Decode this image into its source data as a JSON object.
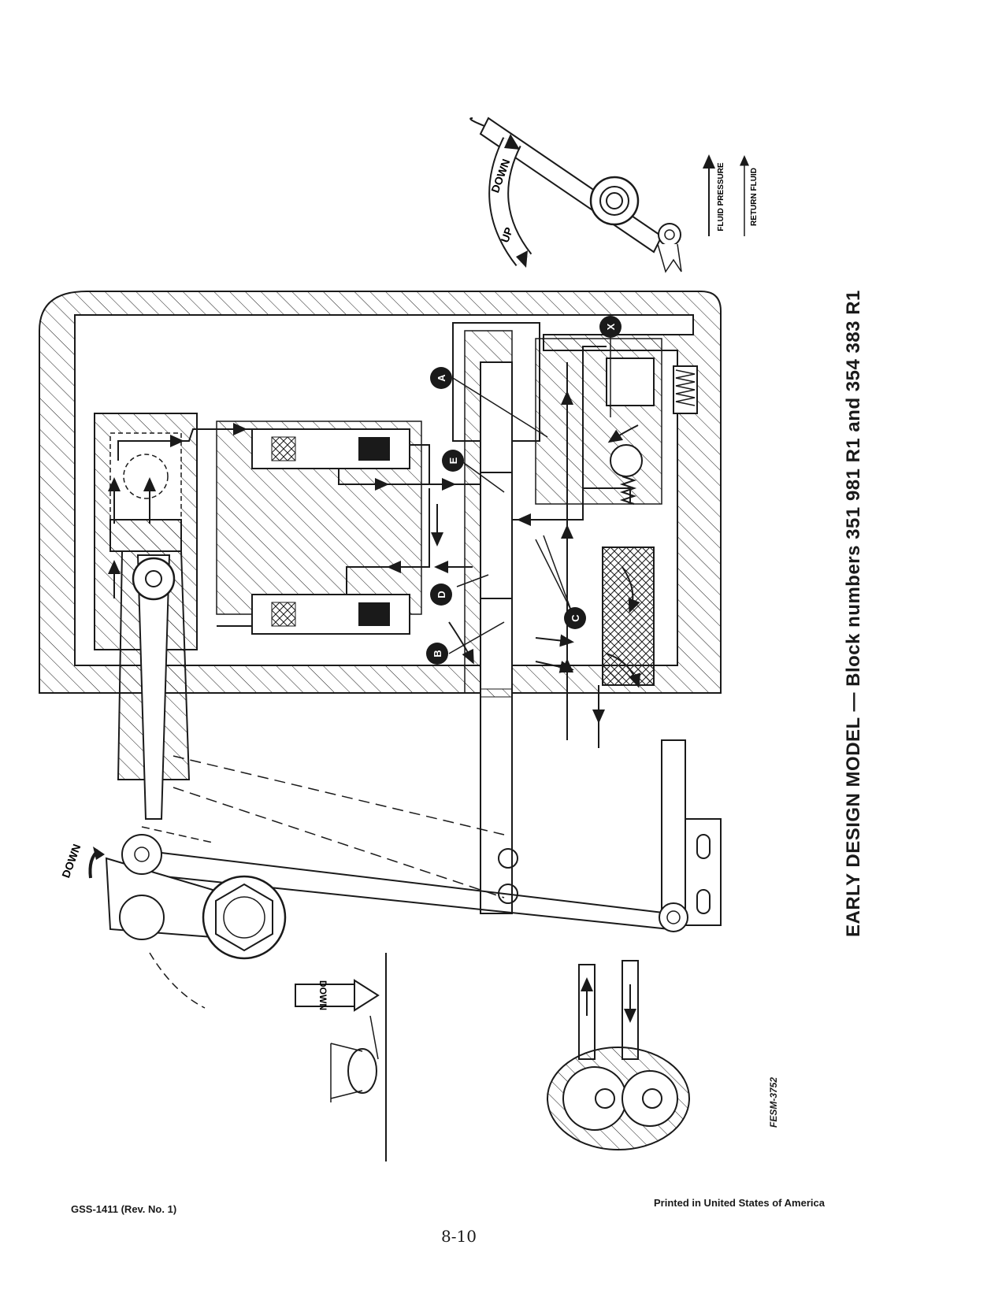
{
  "title": "EARLY DESIGN MODEL — Block numbers 351 981 R1 and 354 383 R1",
  "figure_code": "FESM-3752",
  "footer": {
    "form_number": "GSS-1411 (Rev. No. 1)",
    "printed": "Printed in United States of America",
    "page_number": "8-10"
  },
  "legend": {
    "pressure": "FLUID PRESSURE",
    "return": "RETURN FLUID"
  },
  "lever_arc": {
    "up": "UP",
    "down": "DOWN"
  },
  "direction_labels": {
    "lever": "DOWN",
    "arrow_box": "DOWN"
  },
  "callouts": [
    "A",
    "B",
    "C",
    "D",
    "E",
    "X"
  ],
  "colors": {
    "ink": "#1a1a1a",
    "paper": "#ffffff"
  }
}
